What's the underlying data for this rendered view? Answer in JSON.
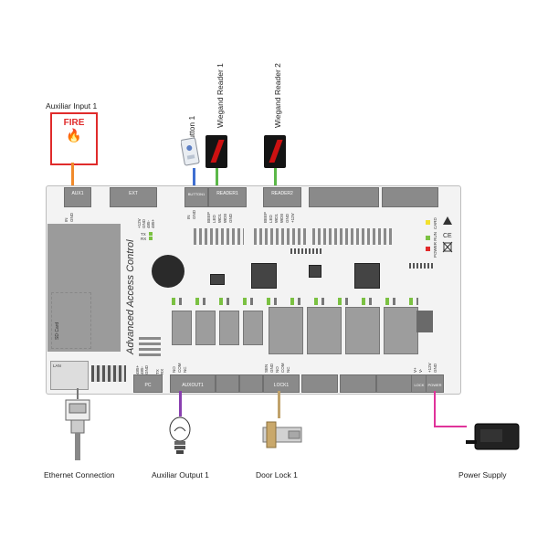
{
  "labels": {
    "aux_input": "Auxiliar Input 1",
    "fire": "FIRE",
    "exit_button": "Exit Button 1",
    "wiegand1": "Wiegand Reader 1",
    "wiegand2": "Wiegand Reader 2",
    "ethernet": "Ethernet Connection",
    "aux_output": "Auxiliar Output 1",
    "door_lock": "Door Lock 1",
    "power_supply": "Power Supply"
  },
  "board": {
    "title": "Advanced Access Control",
    "sd_card": "SD Card",
    "pc": "PC",
    "auxout1": "AUXOUT1",
    "lock1": "LOCK1",
    "lock": "LOCK",
    "power": "POWER",
    "aux1": "AUX1",
    "ext": "EXT",
    "button1": "BUTTON1",
    "reader1": "READER1",
    "reader2": "READER2",
    "lan": "LAN",
    "tx": "TX",
    "rx": "RX",
    "card": "CARD",
    "power_run": "POWER RUN",
    "pins_aux": [
      "IN",
      "GND"
    ],
    "pins_ext": [
      "+12V",
      "GND",
      "485-",
      "485+"
    ],
    "pins_button": [
      "IN",
      "GND"
    ],
    "pins_reader1": [
      "BEEP",
      "LED",
      "WD1",
      "WD0",
      "GND"
    ],
    "pins_reader2": [
      "BEEP",
      "LED",
      "WD1",
      "WD0",
      "GND",
      "+12V"
    ],
    "pins_pc": [
      "485+",
      "485-",
      "GND",
      "TX",
      "RX"
    ],
    "pins_auxout": [
      "NO",
      "COM",
      "NC"
    ],
    "pins_lock": [
      "SEN",
      "GND",
      "NO",
      "COM",
      "NC"
    ],
    "pins_power": [
      "V+",
      "V-"
    ],
    "pins_power2": [
      "+12V",
      "GND"
    ]
  },
  "colors": {
    "fire_red": "#e02b2b",
    "aux_input_wire": "#f08a2b",
    "exit_button_wire": "#3f6fd1",
    "reader1_wire": "#5bb848",
    "reader2_wire": "#5bb848",
    "aux_output_wire": "#8a3fb0",
    "door_lock_wire": "#c0a26b",
    "power_wire": "#e0339a"
  },
  "icons": [
    "fire-flame-icon",
    "exit-button-icon",
    "card-reader-icon",
    "ethernet-plug-icon",
    "light-bulb-icon",
    "door-lock-icon",
    "power-adapter-icon",
    "ce-mark-icon",
    "weee-bin-icon",
    "warning-triangle-icon"
  ]
}
